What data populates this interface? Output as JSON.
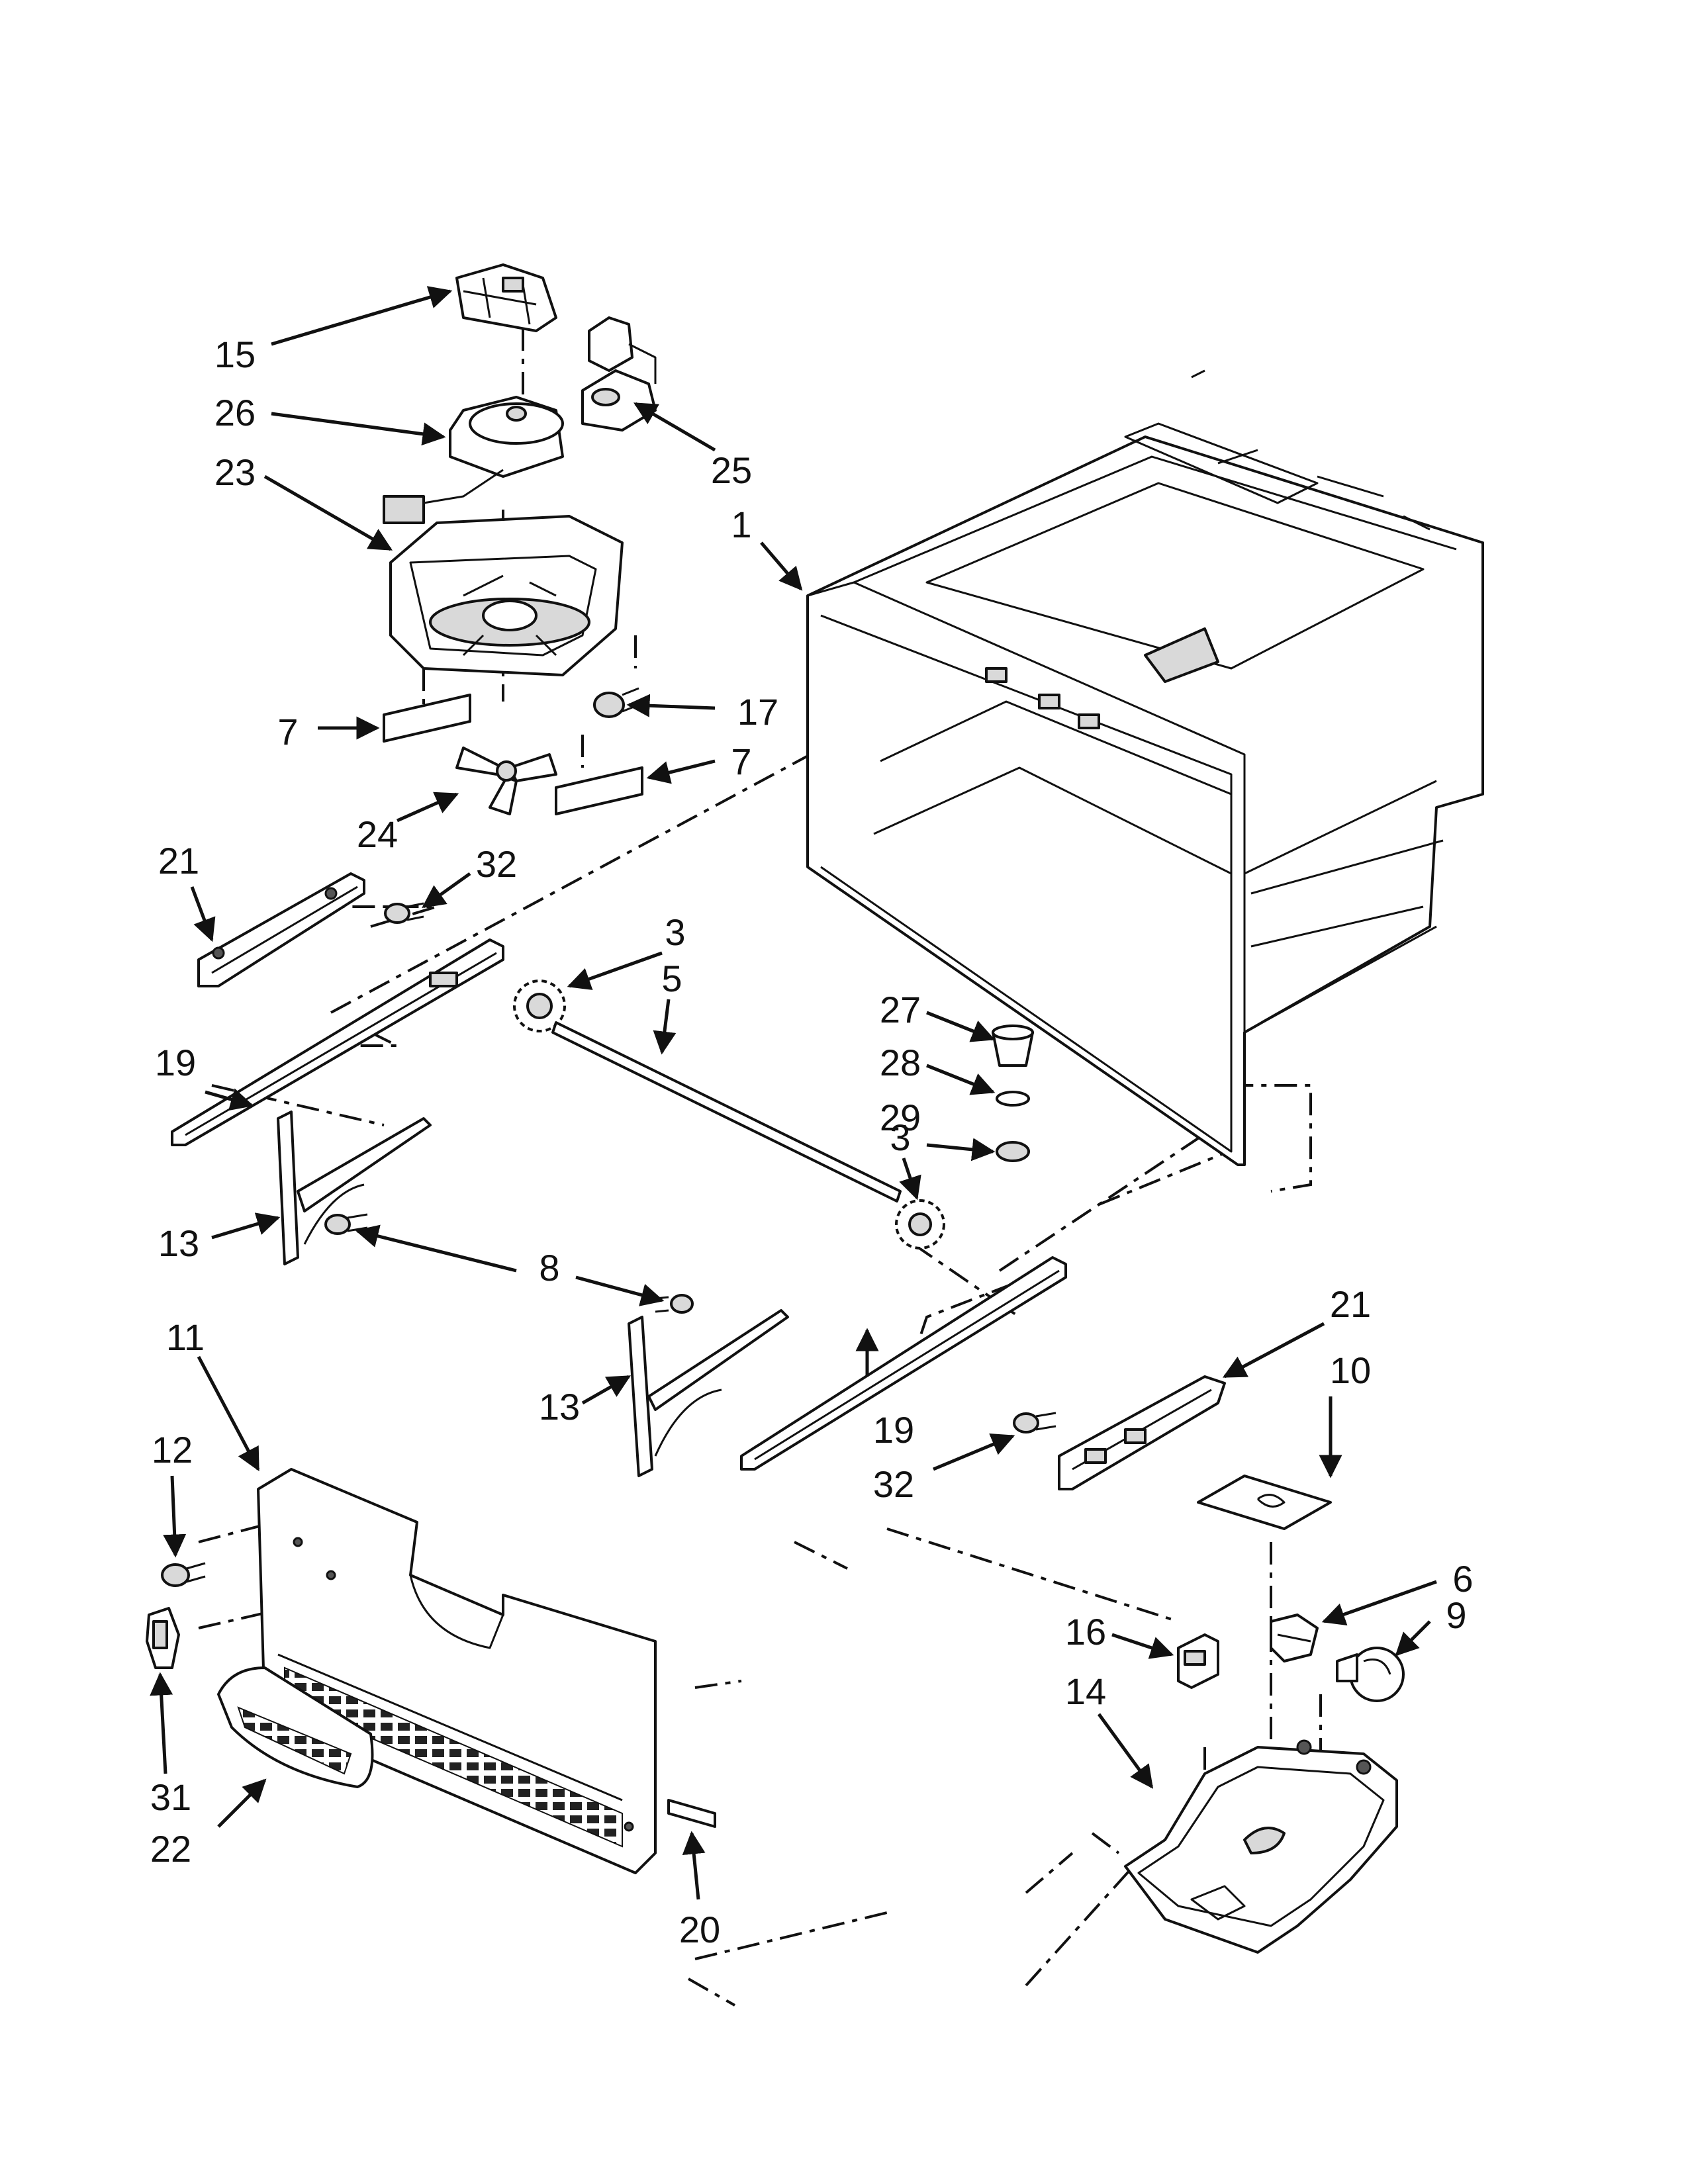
{
  "callouts": [
    {
      "label": "15"
    },
    {
      "label": "26"
    },
    {
      "label": "23"
    },
    {
      "label": "25"
    },
    {
      "label": "1"
    },
    {
      "label": "17"
    },
    {
      "label": "7"
    },
    {
      "label": "7"
    },
    {
      "label": "24"
    },
    {
      "label": "21"
    },
    {
      "label": "32"
    },
    {
      "label": "3"
    },
    {
      "label": "5"
    },
    {
      "label": "19"
    },
    {
      "label": "27"
    },
    {
      "label": "28"
    },
    {
      "label": "29"
    },
    {
      "label": "3"
    },
    {
      "label": "13"
    },
    {
      "label": "8"
    },
    {
      "label": "21"
    },
    {
      "label": "10"
    },
    {
      "label": "11"
    },
    {
      "label": "13"
    },
    {
      "label": "19"
    },
    {
      "label": "32"
    },
    {
      "label": "12"
    },
    {
      "label": "6"
    },
    {
      "label": "9"
    },
    {
      "label": "16"
    },
    {
      "label": "14"
    },
    {
      "label": "31"
    },
    {
      "label": "22"
    },
    {
      "label": "20"
    }
  ]
}
